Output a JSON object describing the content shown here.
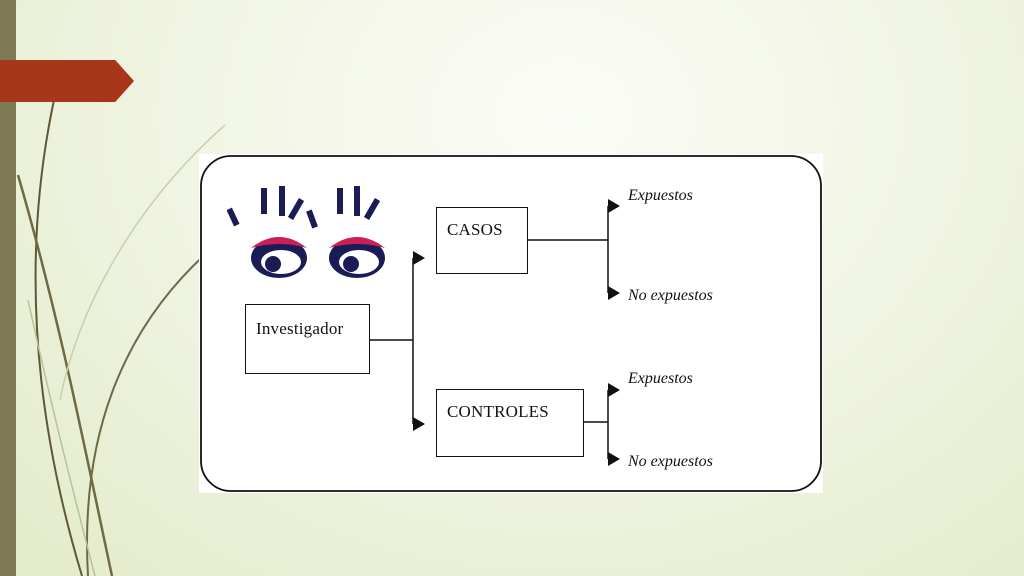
{
  "diagram": {
    "root": "Investigador",
    "groups": [
      {
        "label": "CASOS",
        "outcomes": [
          "Expuestos",
          "No expuestos"
        ]
      },
      {
        "label": "CONTROLES",
        "outcomes": [
          "Expuestos",
          "No expuestos"
        ]
      }
    ]
  },
  "theme": {
    "accent": "#a8361a",
    "bar": "#7e7a55",
    "eye_lid": "#cc1f55",
    "eye_ink": "#1a1c55"
  },
  "icons": [
    "eyes-icon"
  ]
}
